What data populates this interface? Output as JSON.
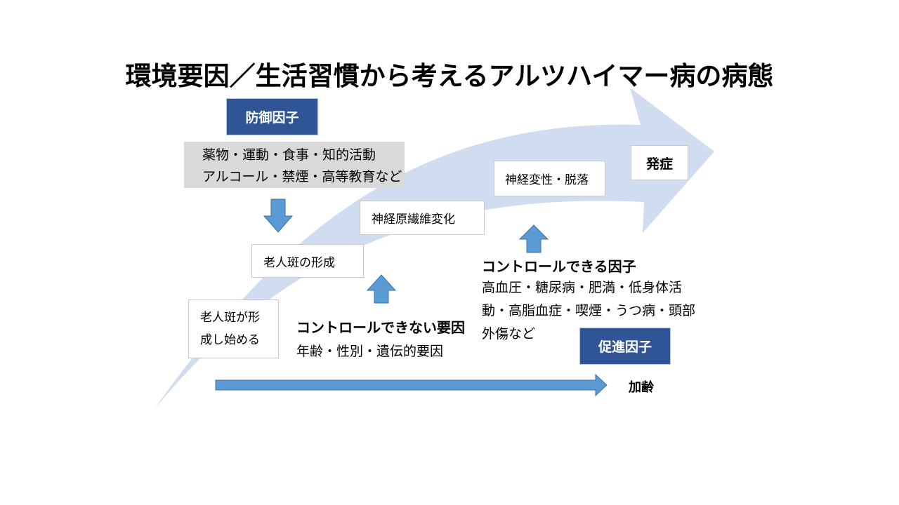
{
  "title": "環境要因／生活習慣から考えるアルツハイマー病の病態",
  "protective": {
    "label": "防御因子",
    "items": [
      "薬物・運動・食事・知的活動",
      "アルコール・禁煙・高等教育など"
    ]
  },
  "stages": {
    "plaque_begin": [
      "老人斑が形",
      "成し始める"
    ],
    "plaque_formation": "老人斑の形成",
    "neurofibrillary": "神経原繊維変化",
    "neurodegeneration": "神経変性・脱落",
    "onset": "発症"
  },
  "uncontrollable": {
    "heading": "コントロールできない要因",
    "items": "年齢・性別・遺伝的要因"
  },
  "controllable": {
    "heading": "コントロールできる因子",
    "items": [
      "高血圧・糖尿病・肥満・低身体活",
      "動・高脂血症・喫煙・うつ病・頭部",
      "外傷など"
    ]
  },
  "promoting": {
    "label": "促進因子"
  },
  "aging": {
    "label": "加齢"
  },
  "colors": {
    "big_arrow": "#d0dcef",
    "label_fill": "#2f5597",
    "small_arrow": "#5b9bd5",
    "gray_panel": "#d9d9d9"
  }
}
